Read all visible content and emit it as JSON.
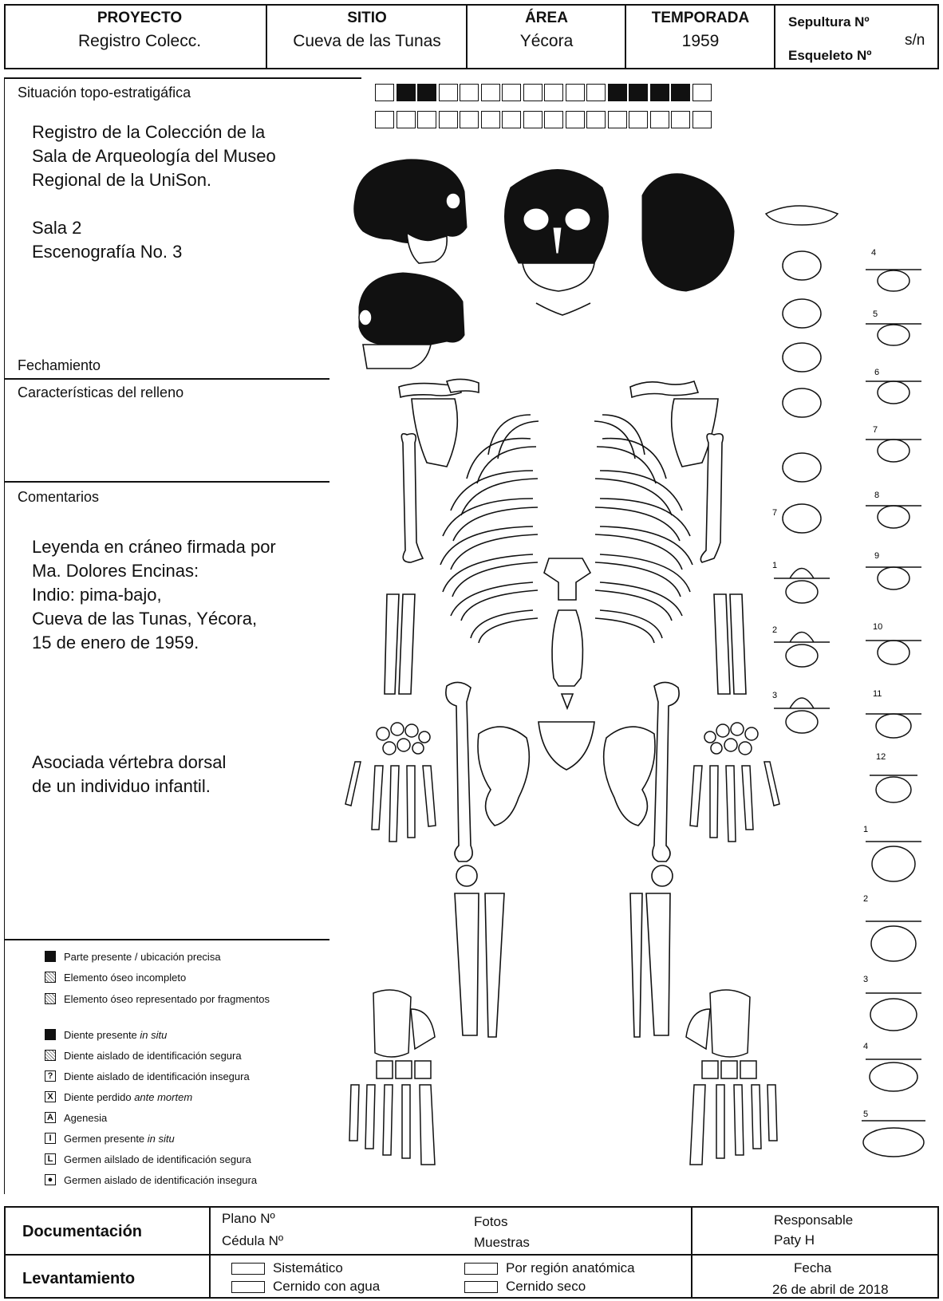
{
  "header": {
    "proyecto_label": "PROYECTO",
    "proyecto_value": "Registro Colecc.",
    "sitio_label": "SITIO",
    "sitio_value": "Cueva de las Tunas",
    "area_label": "ÁREA",
    "area_value": "Yécora",
    "temporada_label": "TEMPORADA",
    "temporada_value": "1959",
    "sepultura_label": "Sepultura Nº",
    "esqueleto_label": "Esqueleto Nº",
    "sn_value": "s/n"
  },
  "left": {
    "situacion_label": "Situación topo-estratigáfica",
    "situacion_lines": [
      "Registro de la Colección de la",
      "Sala de Arqueología del Museo",
      "Regional de la UniSon.",
      "",
      "Sala 2",
      "Escenografía No. 3"
    ],
    "fechamiento_label": "Fechamiento",
    "relleno_label": "Características del relleno",
    "comentarios_label": "Comentarios",
    "comentarios_lines": [
      "Leyenda en cráneo firmada por",
      "Ma. Dolores Encinas:",
      "Indio: pima-bajo,",
      "Cueva de las Tunas, Yécora,",
      "15 de enero de 1959."
    ],
    "asociada_lines": [
      "Asociada vértebra dorsal",
      "de un individuo infantil."
    ]
  },
  "legend": [
    {
      "symbol": "fill",
      "text": "Parte presente / ubicación precisa"
    },
    {
      "symbol": "hatch",
      "text": "Elemento óseo incompleto"
    },
    {
      "symbol": "cross",
      "text": "Elemento óseo representado por fragmentos"
    },
    {
      "symbol": "fill",
      "text": "Diente presente ",
      "em": "in situ"
    },
    {
      "symbol": "hatch",
      "text": "Diente aislado de identificación segura"
    },
    {
      "symbol": "?",
      "text": "Diente aislado de identificación insegura"
    },
    {
      "symbol": "X",
      "text": "Diente perdido ",
      "em": "ante mortem"
    },
    {
      "symbol": "A",
      "text": "Agenesia"
    },
    {
      "symbol": "I",
      "text": "Germen presente ",
      "em": "in situ"
    },
    {
      "symbol": "L",
      "text": "Germen ailslado de identificación segura"
    },
    {
      "symbol": "●",
      "text": "Germen aislado de identificación insegura"
    }
  ],
  "teeth": {
    "upper_present": [
      false,
      true,
      true,
      false,
      false,
      false,
      false,
      false,
      false,
      false,
      false,
      true,
      true,
      true,
      true,
      false
    ],
    "lower_present": [
      false,
      false,
      false,
      false,
      false,
      false,
      false,
      false,
      false,
      false,
      false,
      false,
      false,
      false,
      false,
      false
    ]
  },
  "vertebrae": {
    "cervical_mid_number": "7",
    "thoracic_left": [
      "1",
      "2",
      "3"
    ],
    "thoracic_right": [
      "4",
      "5",
      "6",
      "7",
      "8",
      "9",
      "10",
      "11",
      "12"
    ],
    "lumbar": [
      "1",
      "2",
      "3",
      "4",
      "5"
    ]
  },
  "footer": {
    "documentacion_label": "Documentación",
    "plano_label": "Plano Nº",
    "cedula_label": "Cédula Nº",
    "fotos_label": "Fotos",
    "muestras_label": "Muestras",
    "responsable_label": "Responsable",
    "responsable_value": "Paty H",
    "levantamiento_label": "Levantamiento",
    "sistematico_label": "Sistemático",
    "cernido_agua_label": "Cernido con agua",
    "region_label": "Por región anatómica",
    "cernido_seco_label": "Cernido seco",
    "fecha_label": "Fecha",
    "fecha_value": "26 de abril de 2018"
  },
  "colors": {
    "ink": "#111111",
    "paper": "#ffffff"
  }
}
